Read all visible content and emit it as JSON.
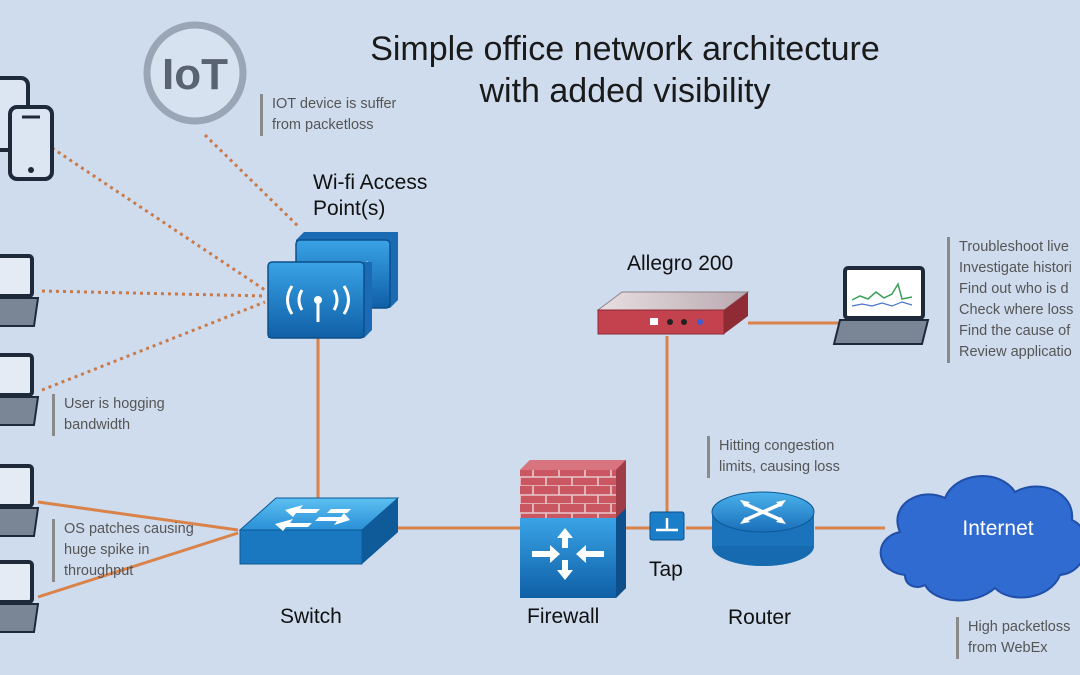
{
  "title": {
    "line1": "Simple office network architecture",
    "line2": "with added visibility"
  },
  "devices": {
    "iot_badge": "IoT",
    "wifi_label_line1": "Wi-fi Access",
    "wifi_label_line2": "Point(s)",
    "allegro_label": "Allegro 200",
    "switch_label": "Switch",
    "firewall_label": "Firewall",
    "tap_label": "Tap",
    "router_label": "Router",
    "internet_label": "Internet"
  },
  "notes": {
    "iot": [
      "IOT device is suffer",
      "from packetloss"
    ],
    "hogging": [
      "User is hogging",
      "bandwidth"
    ],
    "os_patches": [
      "OS patches causing",
      "huge spike in",
      "throughput"
    ],
    "congestion": [
      "Hitting congestion",
      "limits, causing loss"
    ],
    "troubleshoot": [
      "Troubleshoot live",
      "Investigate histori",
      "Find out who is d",
      "Check where loss",
      "Find the cause of",
      "Review applicatio"
    ],
    "webex": [
      "High packetloss",
      "from WebEx"
    ]
  },
  "colors": {
    "background": "#cfdcee",
    "wired_link": "#d9834a",
    "wireless_link": "#c97a4a",
    "device_blue": "#1a7bc4",
    "firewall_brick": "#c9555f",
    "allegro_body": "#c3424e",
    "cloud": "#2f6bd1"
  }
}
